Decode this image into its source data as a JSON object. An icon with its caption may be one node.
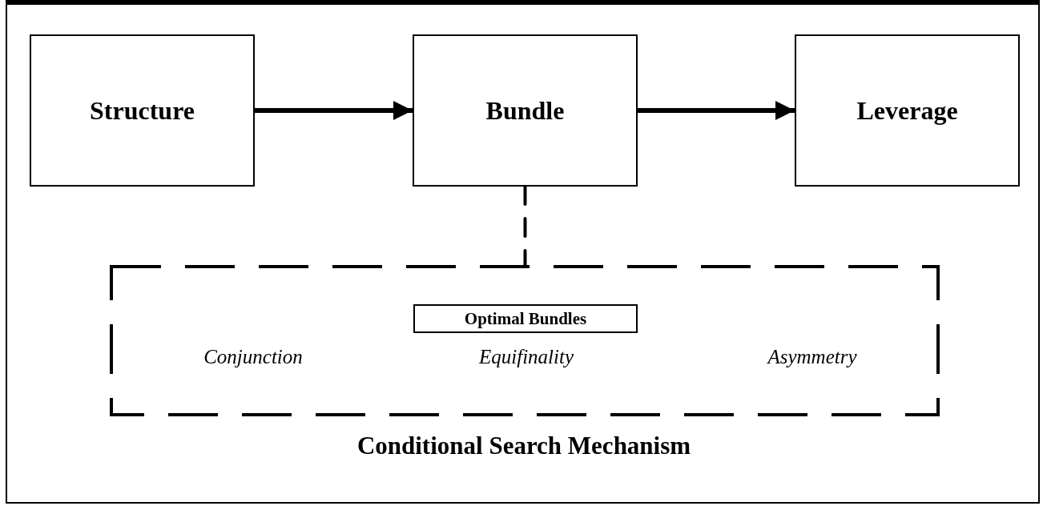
{
  "diagram": {
    "nodes": [
      {
        "text": [
          "Structure"
        ]
      },
      {
        "text": [
          "Bundle"
        ]
      },
      {
        "text": [
          "Leverage"
        ]
      },
      {
        "text": [
          "Conjunction",
          "Equifinality",
          "Asymmetry",
          "Conditional Search Mechanism"
        ]
      },
      {
        "text": [
          "Optimal Bundles"
        ],
        "in": 3
      }
    ],
    "edges": [
      {
        "from": 0,
        "to": 1,
        "arrow": "to"
      },
      {
        "from": 1,
        "to": 2,
        "arrow": "to"
      },
      {
        "from": 1,
        "to": 3,
        "arrow": "none",
        "style": "dashed"
      }
    ]
  }
}
